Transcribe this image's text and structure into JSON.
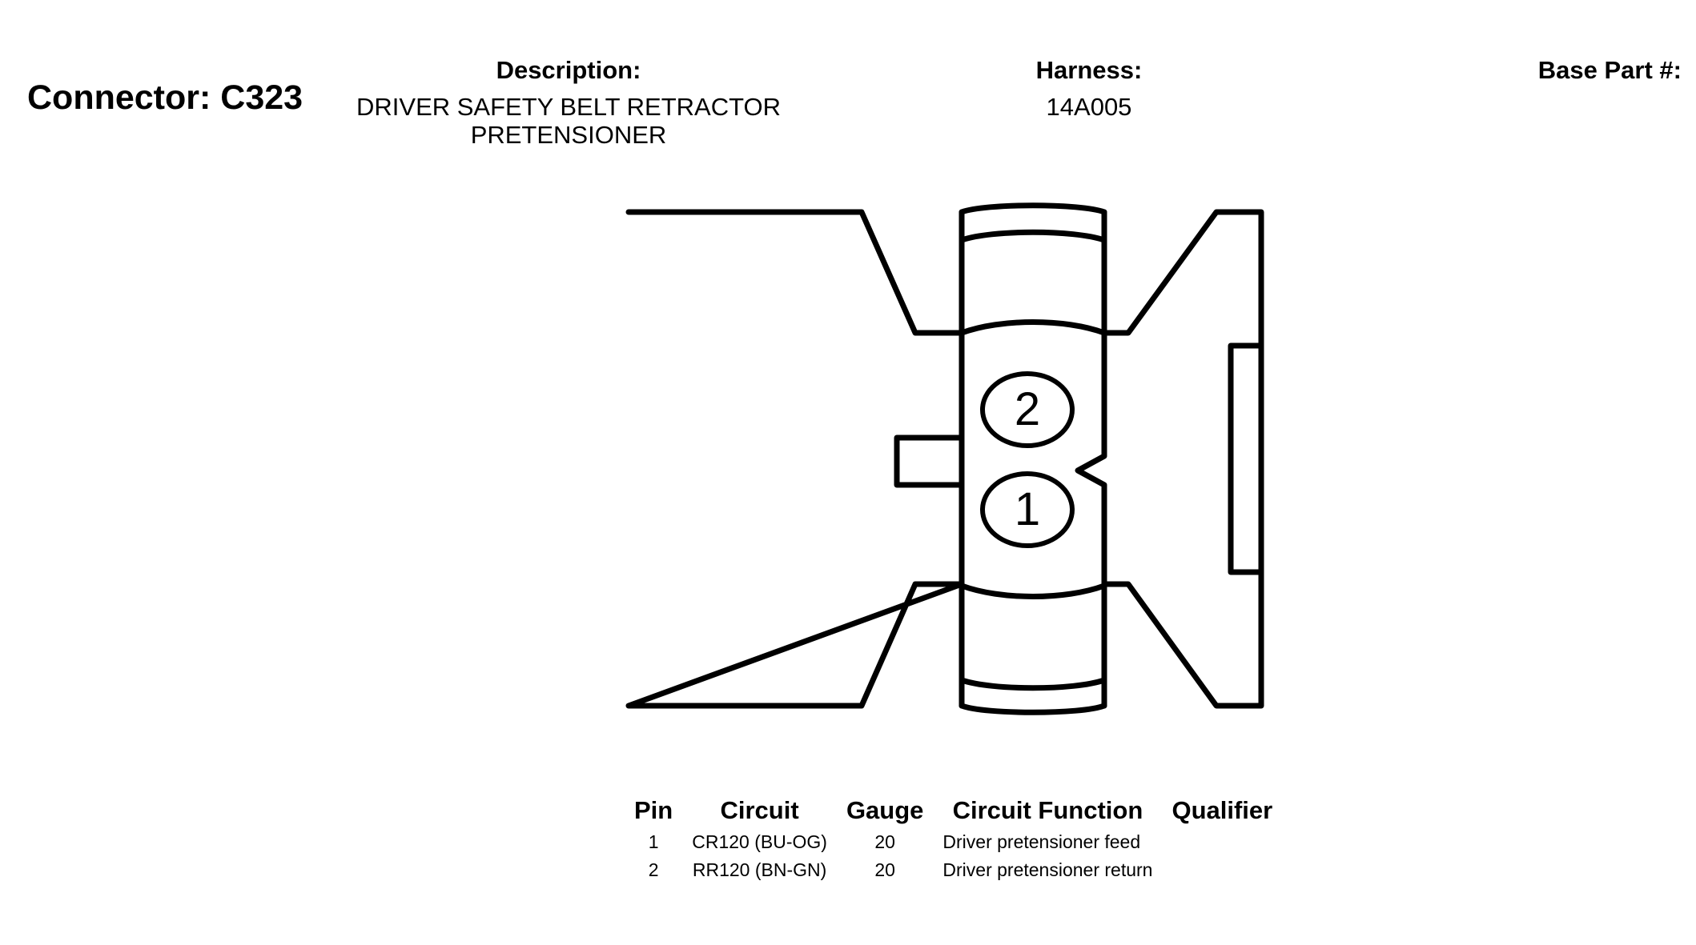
{
  "header": {
    "connector_label": "Connector: C323",
    "description_label": "Description:",
    "description_lines": [
      "DRIVER SAFETY BELT RETRACTOR",
      "PRETENSIONER"
    ],
    "harness_label": "Harness:",
    "harness_value": "14A005",
    "base_part_label": "Base Part #:"
  },
  "connector": {
    "pin_labels": [
      "2",
      "1"
    ]
  },
  "pin_table": {
    "columns": [
      "Pin",
      "Circuit",
      "Gauge",
      "Circuit Function",
      "Qualifier"
    ],
    "rows": [
      {
        "pin": "1",
        "circuit": "CR120 (BU-OG)",
        "gauge": "20",
        "function": "Driver pretensioner feed",
        "qualifier": ""
      },
      {
        "pin": "2",
        "circuit": "RR120 (BN-GN)",
        "gauge": "20",
        "function": "Driver pretensioner return",
        "qualifier": ""
      }
    ]
  },
  "colors": {
    "line": "#000000",
    "background": "#ffffff"
  }
}
